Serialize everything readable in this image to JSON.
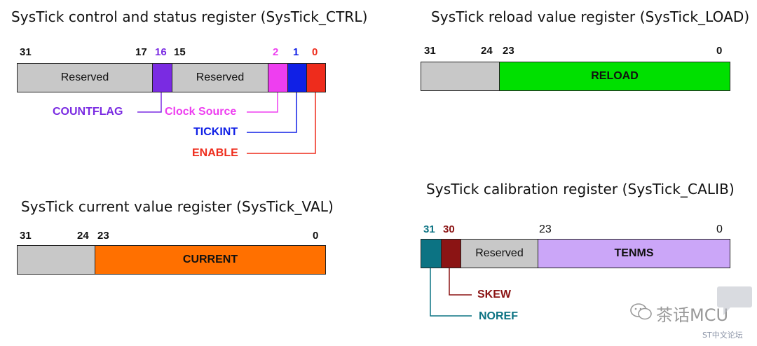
{
  "colors": {
    "reserved": "#c8c8c8",
    "countflag": "#7a2be2",
    "clocksource": "#ee3ef0",
    "tickint": "#1020e6",
    "enable": "#ee2c1c",
    "reload": "#00e000",
    "current": "#ff7000",
    "noref": "#0c7383",
    "skew": "#8b1414",
    "tenms": "#cba6f8"
  },
  "ctrl": {
    "title": "SysTick control and status register (SysTick_CTRL)",
    "bits": {
      "b31": "31",
      "b17": "17",
      "b16": "16",
      "b15": "15",
      "b2": "2",
      "b1": "1",
      "b0": "0"
    },
    "fields": {
      "reserved_high": "Reserved",
      "reserved_low": "Reserved"
    },
    "labels": {
      "countflag": "COUNTFLAG",
      "clock_source": "Clock Source",
      "tickint": "TICKINT",
      "enable": "ENABLE"
    }
  },
  "load": {
    "title": "SysTick reload value register (SysTick_LOAD)",
    "bits": {
      "b31": "31",
      "b24": "24",
      "b23": "23",
      "b0": "0"
    },
    "fields": {
      "reload": "RELOAD"
    }
  },
  "val": {
    "title": "SysTick current value register (SysTick_VAL)",
    "bits": {
      "b31": "31",
      "b24": "24",
      "b23": "23",
      "b0": "0"
    },
    "fields": {
      "current": "CURRENT"
    }
  },
  "calib": {
    "title": "SysTick calibration register (SysTick_CALIB)",
    "bits": {
      "b31": "31",
      "b30": "30",
      "b23": "23",
      "b0": "0"
    },
    "fields": {
      "reserved": "Reserved",
      "tenms": "TENMS"
    },
    "labels": {
      "skew": "SKEW",
      "noref": "NOREF"
    }
  },
  "watermark": {
    "icon": "wechat-chat-bubbles-icon",
    "brand": "茶话MCU",
    "site": "ST中文论坛"
  }
}
